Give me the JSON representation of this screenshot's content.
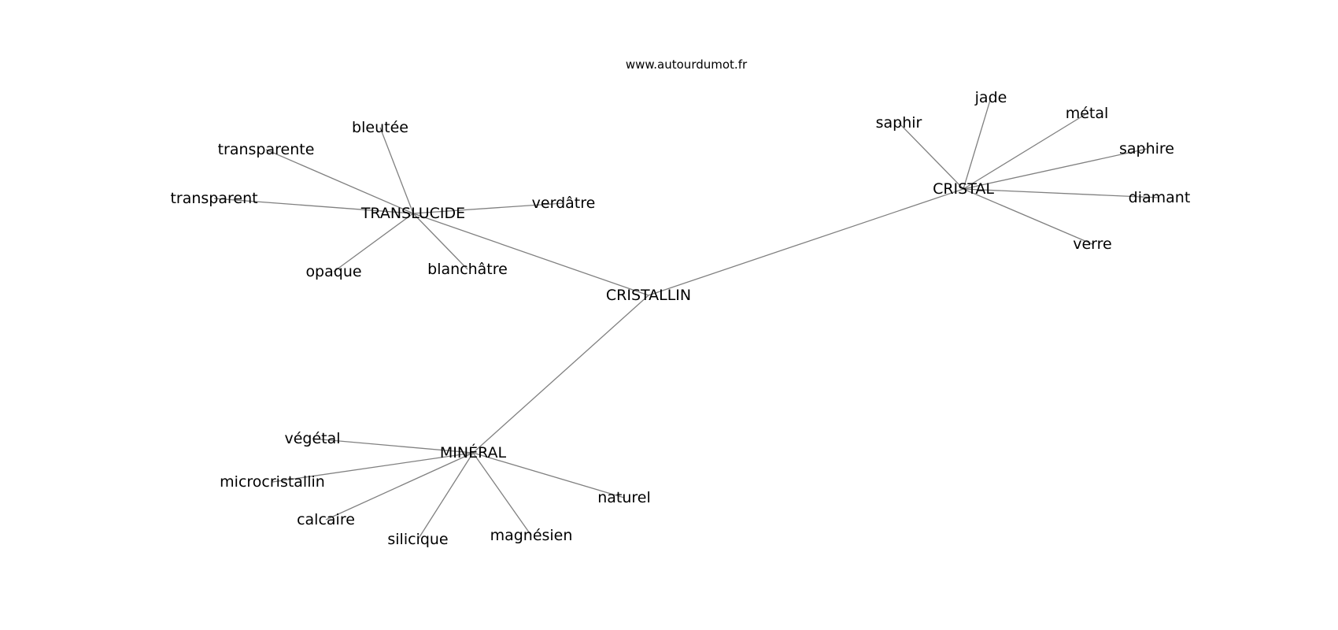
{
  "source": "www.autourdumot.fr",
  "center": "CRISTALLIN",
  "hubs": [
    {
      "id": "translucide",
      "label": "TRANSLUCIDE",
      "children": [
        "bleutée",
        "transparente",
        "transparent",
        "verdâtre",
        "opaque",
        "blanchâtre"
      ]
    },
    {
      "id": "cristal",
      "label": "CRISTAL",
      "children": [
        "saphir",
        "jade",
        "métal",
        "saphire",
        "diamant",
        "verre"
      ]
    },
    {
      "id": "mineral",
      "label": "MINÉRAL",
      "children": [
        "végétal",
        "microcristallin",
        "calcaire",
        "silicique",
        "magnésien",
        "naturel"
      ]
    }
  ]
}
